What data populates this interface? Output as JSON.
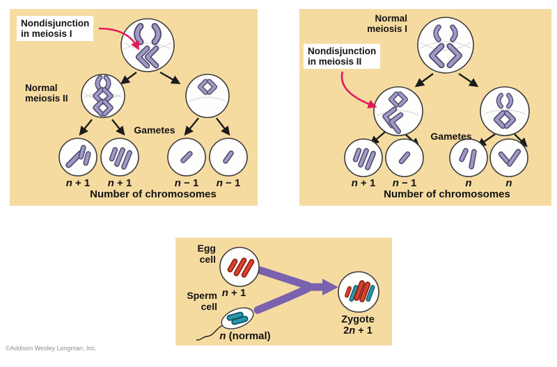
{
  "colors": {
    "panel_bg": "#f6dba1",
    "chromosome_purple": "#9f9ac4",
    "chromosome_red": "#d8432e",
    "chromosome_teal": "#2b96ac",
    "fertilization_arrow_purple": "#7a62ae",
    "callout_arrow_red": "#e3195c"
  },
  "left": {
    "callout": "Nondisjunction\nin meiosis I",
    "normal_label": "Normal\nmeiosis II",
    "gametes_label": "Gametes",
    "axis_label": "Number of chromosomes",
    "gametes": [
      {
        "var": "n",
        "op": " + 1"
      },
      {
        "var": "n",
        "op": " + 1"
      },
      {
        "var": "n",
        "op": " − 1"
      },
      {
        "var": "n",
        "op": " − 1"
      }
    ]
  },
  "right": {
    "normal_label": "Normal\nmeiosis I",
    "callout": "Nondisjunction\nin meiosis II",
    "gametes_label": "Gametes",
    "axis_label": "Number of chromosomes",
    "gametes": [
      {
        "var": "n",
        "op": " + 1"
      },
      {
        "var": "n",
        "op": " − 1"
      },
      {
        "var": "n",
        "op": ""
      },
      {
        "var": "n",
        "op": ""
      }
    ]
  },
  "bottom": {
    "egg_label": "Egg\ncell",
    "egg_count": {
      "var": "n",
      "op": " + 1"
    },
    "sperm_label": "Sperm\ncell",
    "sperm_count": {
      "var": "n",
      "op": " (normal)"
    },
    "zygote_label": "Zygote",
    "zygote_count": {
      "prefix": "2",
      "var": "n",
      "op": " + 1"
    }
  },
  "footer": {
    "copyright": "©Addison Wesley Longman, Inc."
  }
}
